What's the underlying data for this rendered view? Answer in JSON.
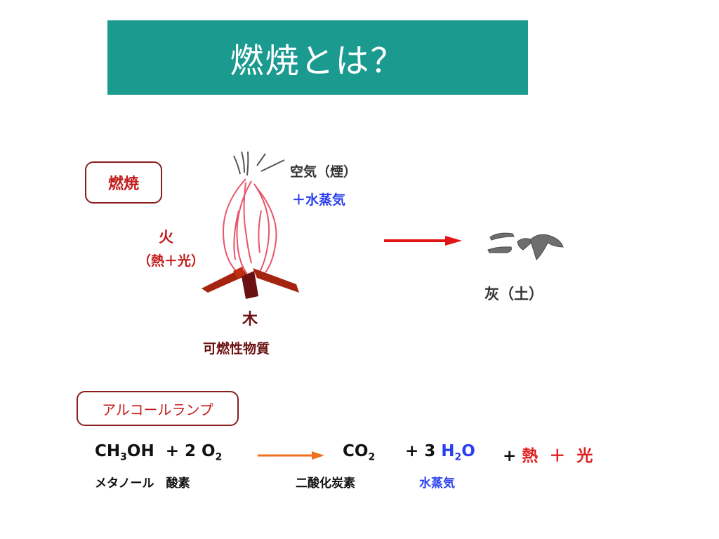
{
  "title": "燃焼とは？",
  "tags": {
    "burn": "燃焼",
    "lamp": "アルコールランプ"
  },
  "labels": {
    "air": "空気（煙）",
    "steam": "＋水蒸気",
    "fire": "火",
    "heat_light": "（熱＋光）",
    "wood": "木",
    "combustible": "可燃性物質",
    "ash": "灰（土）"
  },
  "equation": {
    "ch3oh_a": "CH",
    "ch3oh_sub": "3",
    "ch3oh_b": "OH",
    "plus_o2": "+  2 O",
    "o2_sub": "2",
    "co2": "CO",
    "co2_sub": "2",
    "plus_3": "+ 3 ",
    "h2o_a": "H",
    "h2o_sub": "2",
    "h2o_b": "O",
    "plus": "+ ",
    "heat": "熱",
    "plus2": "  ＋  ",
    "light": "光"
  },
  "sublabels": {
    "methanol": "メタノール　酸素",
    "co2": "二酸化炭素",
    "h2o": "水蒸気"
  },
  "colors": {
    "title_bg": "#1b9a90",
    "red": "#c21b1b",
    "blue": "#2b3ff0",
    "arrow_red": "#e01515",
    "arrow_orange": "#f07020"
  }
}
